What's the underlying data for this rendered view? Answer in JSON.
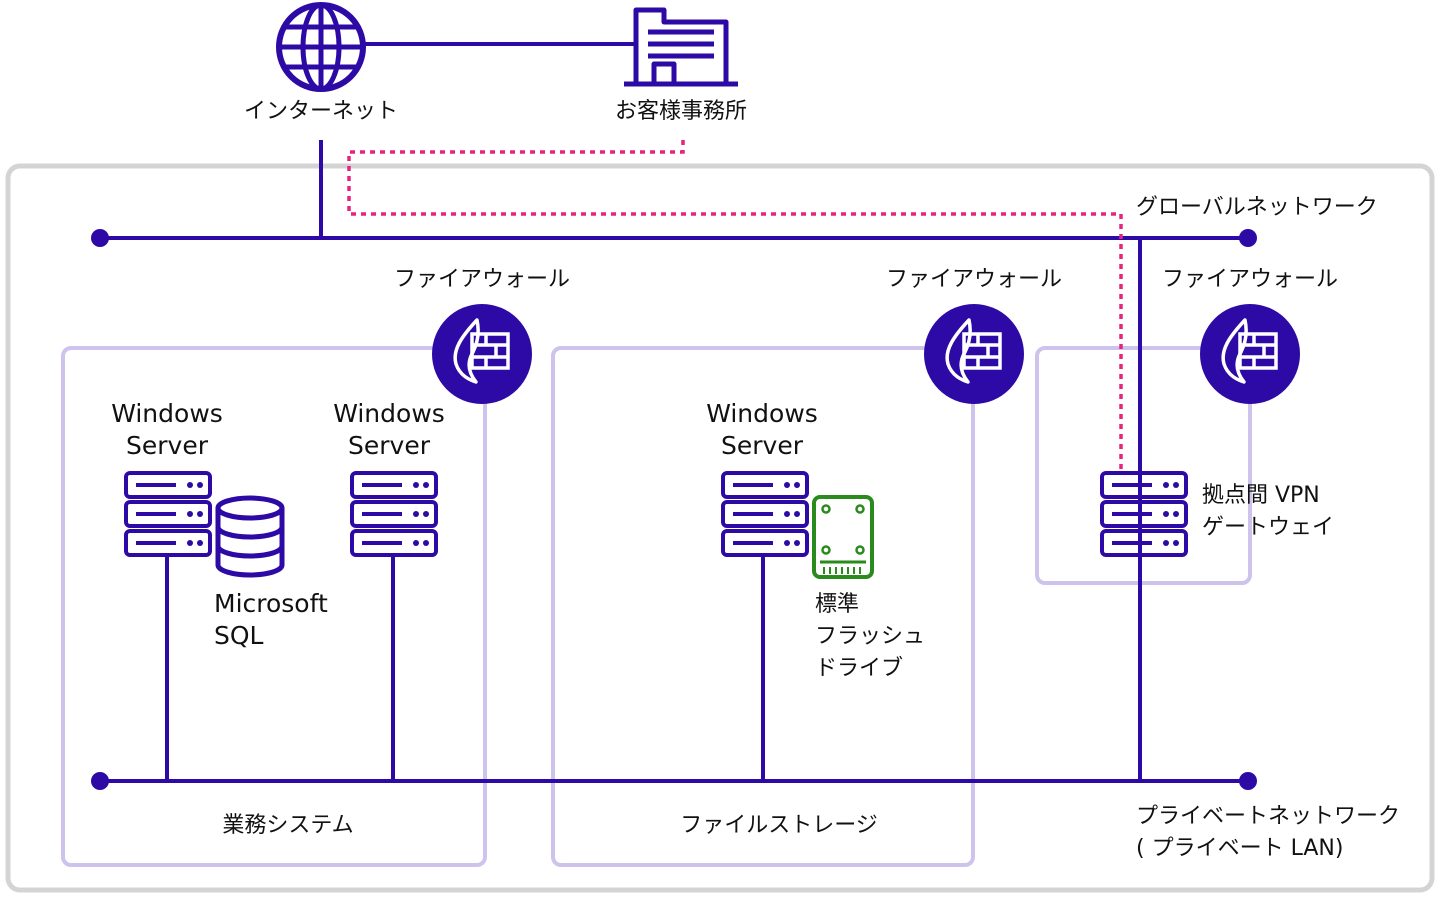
{
  "colors": {
    "primary": "#2d0aa6",
    "zone_border": "#cdc3ec",
    "outer_border": "#d4d4d4",
    "vpn_dotted": "#e8237f",
    "flash_green": "#2a8a1e"
  },
  "nodes": {
    "internet": {
      "label": "インターネット",
      "icon": "globe-icon"
    },
    "office": {
      "label": "お客様事務所",
      "icon": "building-icon"
    }
  },
  "networks": {
    "global": {
      "label": "グローバルネットワーク"
    },
    "private": {
      "label_line1": "プライベートネットワーク",
      "label_line2": "( プライベート LAN)"
    }
  },
  "zones": {
    "business": {
      "firewall_label": "ファイアウォール",
      "title": "業務システム",
      "server1_line1": "Windows",
      "server1_line2": "Server",
      "server2_line1": "Windows",
      "server2_line2": "Server",
      "db_line1": "Microsoft",
      "db_line2": "SQL"
    },
    "storage": {
      "firewall_label": "ファイアウォール",
      "title": "ファイルストレージ",
      "server_line1": "Windows",
      "server_line2": "Server",
      "flash_line1": "標準",
      "flash_line2": "フラッシュ",
      "flash_line3": "ドライブ"
    },
    "vpn": {
      "firewall_label": "ファイアウォール",
      "gw_line1": "拠点間 VPN",
      "gw_line2": "ゲートウェイ"
    }
  }
}
